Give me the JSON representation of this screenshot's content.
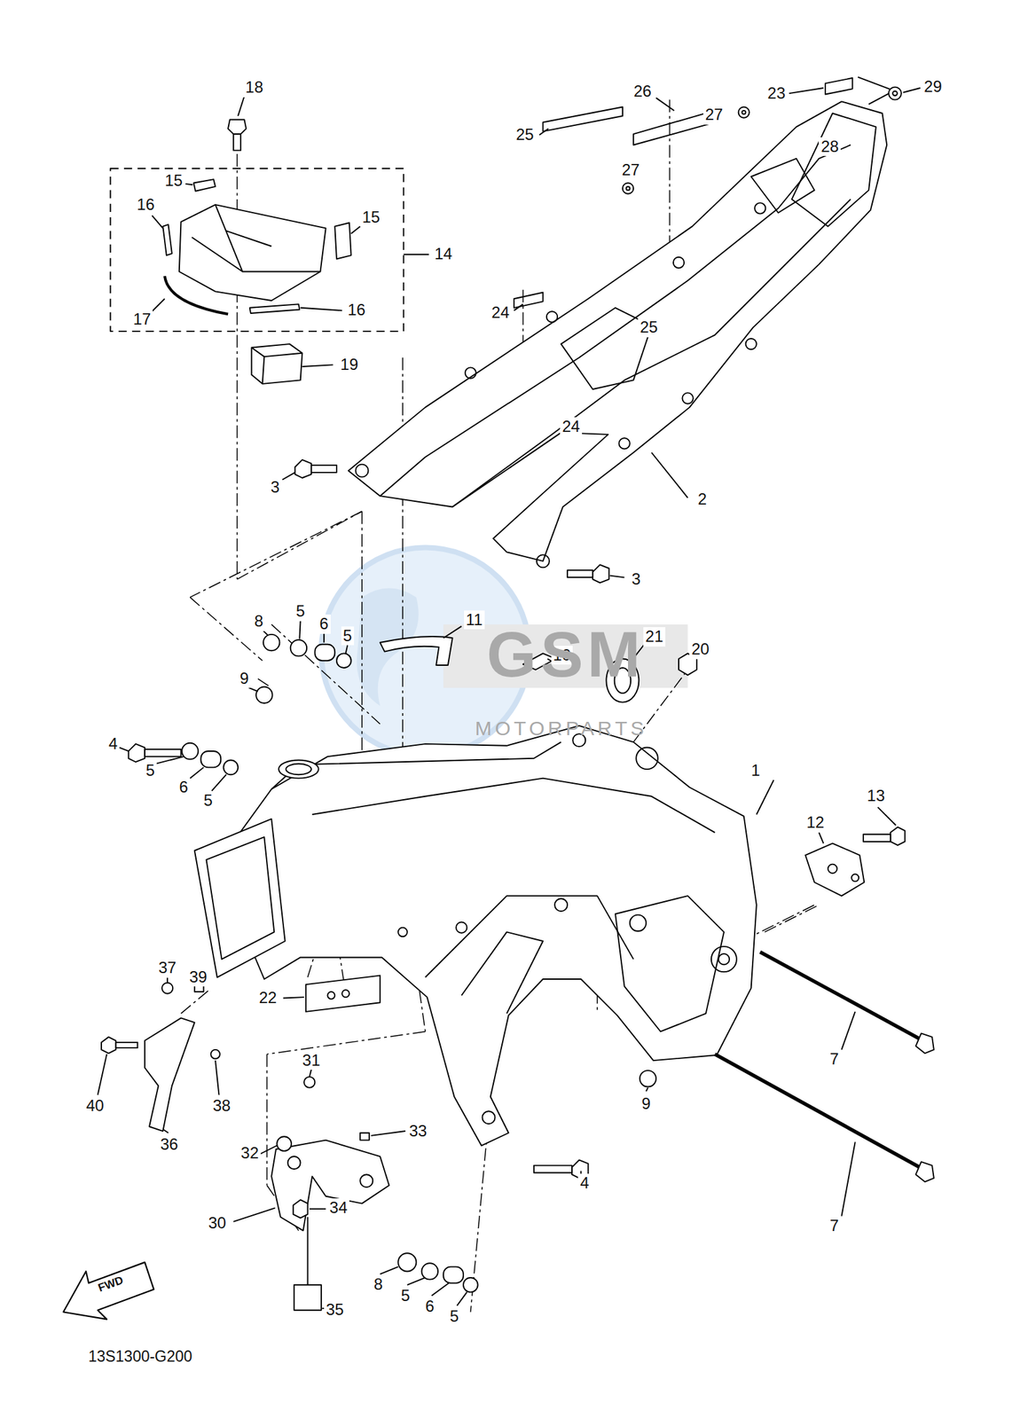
{
  "diagram": {
    "labels": [
      "18",
      "15",
      "16",
      "15",
      "14",
      "17",
      "16",
      "19",
      "25",
      "26",
      "23",
      "29",
      "27",
      "28",
      "27",
      "24",
      "25",
      "24",
      "3",
      "2",
      "3",
      "8",
      "5",
      "6",
      "5",
      "11",
      "10",
      "21",
      "20",
      "4",
      "9",
      "5",
      "6",
      "5",
      "1",
      "13",
      "12",
      "7",
      "9",
      "22",
      "37",
      "39",
      "40",
      "38",
      "36",
      "31",
      "33",
      "32",
      "30",
      "34",
      "4",
      "7",
      "8",
      "5",
      "6",
      "5",
      "35",
      "FWD",
      "13S1300-G200",
      "GSM",
      "MOTORPARTS"
    ]
  }
}
